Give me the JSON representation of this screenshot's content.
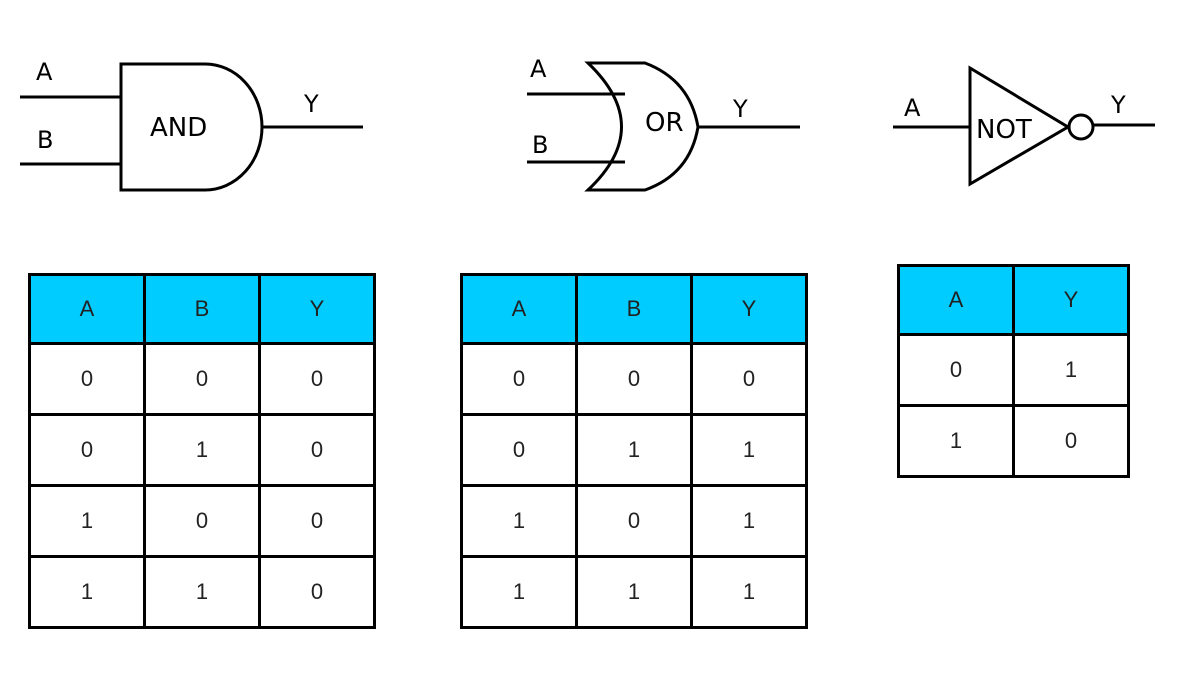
{
  "header_color": "#00ccff",
  "gates": {
    "and": {
      "name": "AND",
      "input_a": "A",
      "input_b": "B",
      "output": "Y"
    },
    "or": {
      "name": "OR",
      "input_a": "A",
      "input_b": "B",
      "output": "Y"
    },
    "not": {
      "name": "NOT",
      "input_a": "A",
      "output": "Y"
    }
  },
  "tables": {
    "and": {
      "headers": [
        "A",
        "B",
        "Y"
      ],
      "rows": [
        [
          "0",
          "0",
          "0"
        ],
        [
          "0",
          "1",
          "0"
        ],
        [
          "1",
          "0",
          "0"
        ],
        [
          "1",
          "1",
          "0"
        ]
      ]
    },
    "or": {
      "headers": [
        "A",
        "B",
        "Y"
      ],
      "rows": [
        [
          "0",
          "0",
          "0"
        ],
        [
          "0",
          "1",
          "1"
        ],
        [
          "1",
          "0",
          "1"
        ],
        [
          "1",
          "1",
          "1"
        ]
      ]
    },
    "not": {
      "headers": [
        "A",
        "Y"
      ],
      "rows": [
        [
          "0",
          "1"
        ],
        [
          "1",
          "0"
        ]
      ]
    }
  }
}
